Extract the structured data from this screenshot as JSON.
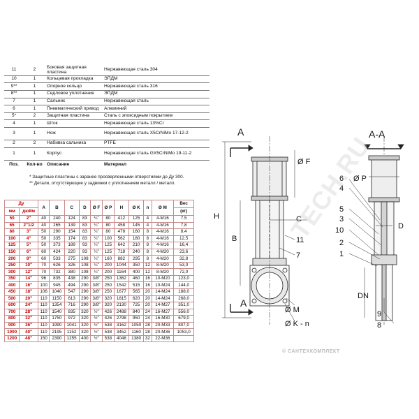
{
  "parts": {
    "rows": [
      {
        "pos": "11",
        "qty": "2",
        "desc": "Боковая защитная пластина",
        "mat": "Нержавеющая сталь 304",
        "tall": false
      },
      {
        "pos": "10",
        "qty": "1",
        "desc": "Кольцевая прокладка",
        "mat": "ЭПДМ",
        "tall": false
      },
      {
        "pos": "9**",
        "qty": "1",
        "desc": "Опорное кольцо",
        "mat": "Нержавеющая сталь 316",
        "tall": false
      },
      {
        "pos": "8**",
        "qty": "1",
        "desc": "Седловое уплотнение",
        "mat": "ЭПДМ",
        "tall": false
      },
      {
        "pos": "7",
        "qty": "1",
        "desc": "Сальник",
        "mat": "Нержавеющая сталь",
        "tall": false
      },
      {
        "pos": "6",
        "qty": "1",
        "desc": "Пневматический привод",
        "mat": "Алюминий",
        "tall": false
      },
      {
        "pos": "5*",
        "qty": "2",
        "desc": "Защитная пластина",
        "mat": "Сталь с эпоксидным покрытием",
        "tall": false
      },
      {
        "pos": "4",
        "qty": "1",
        "desc": "Шток",
        "mat": "Нержавеющая сталь 13%Cr",
        "tall": false
      },
      {
        "pos": "3",
        "qty": "1",
        "desc": "Нож",
        "mat": "Нержавеющая сталь X5CrNiMo 17-12-2",
        "tall": true
      },
      {
        "pos": "2",
        "qty": "2",
        "desc": "Набивка сальника",
        "mat": "PTFE",
        "tall": false
      },
      {
        "pos": "1",
        "qty": "1",
        "desc": "Корпус",
        "mat": "Нержавеющая сталь GX5CrNiMo 19-11-2",
        "tall": true
      }
    ],
    "header": {
      "pos": "Поз.",
      "qty": "Кол-во",
      "desc": "Описание",
      "mat": "Материал"
    }
  },
  "notes": {
    "line1": "* Защитные пластины с заранее просверленными отверстиями до Ду 300.",
    "line2": "** Детали, отсутствующие у задвижки с уплотнением металл / металл."
  },
  "dims": {
    "header": {
      "du": "Ду",
      "mm": "мм",
      "inch": "дюйм",
      "A": "A",
      "B": "B",
      "C": "C",
      "D": "D",
      "F": "Ø F",
      "P": "Ø P",
      "H": "H",
      "K": "Ø K",
      "n": "n",
      "M": "Ø M",
      "w1": "Вес",
      "w2": "(кг)"
    },
    "rows": [
      [
        "50",
        "2\"",
        "40",
        "240",
        "124",
        "83",
        "¼\"",
        "80",
        "412",
        "125",
        "4",
        "4-M16",
        "7,5"
      ],
      [
        "65",
        "2\"1/2",
        "40",
        "265",
        "139",
        "83",
        "¼\"",
        "80",
        "458",
        "145",
        "4",
        "4-M16",
        "7,8"
      ],
      [
        "80",
        "3\"",
        "50",
        "290",
        "154",
        "83",
        "¼\"",
        "80",
        "478",
        "160",
        "8",
        "4-M16",
        "8,4"
      ],
      [
        "100",
        "4\"",
        "50",
        "335",
        "174",
        "83",
        "¼\"",
        "100",
        "562",
        "180",
        "8",
        "4-M16",
        "12,5"
      ],
      [
        "125",
        "5\"",
        "50",
        "373",
        "189",
        "93",
        "¼\"",
        "125",
        "642",
        "210",
        "8",
        "4-M16",
        "16,4"
      ],
      [
        "150",
        "6\"",
        "60",
        "424",
        "220",
        "93",
        "¼\"",
        "125",
        "718",
        "240",
        "8",
        "4-M20",
        "23,6"
      ],
      [
        "200",
        "8\"",
        "60",
        "533",
        "275",
        "108",
        "¼\"",
        "160",
        "882",
        "295",
        "8",
        "4-M20",
        "32,8"
      ],
      [
        "250",
        "10\"",
        "70",
        "626",
        "326",
        "108",
        "¼\"",
        "200",
        "1044",
        "350",
        "12",
        "8-M20",
        "53,0"
      ],
      [
        "300",
        "12\"",
        "70",
        "732",
        "380",
        "108",
        "¼\"",
        "200",
        "1164",
        "400",
        "12",
        "8-M20",
        "72,0"
      ],
      [
        "350",
        "14\"",
        "96",
        "835",
        "438",
        "290",
        "3/8\"",
        "250",
        "1362",
        "460",
        "16",
        "10-M20",
        "123,0"
      ],
      [
        "400",
        "16\"",
        "100",
        "945",
        "494",
        "290",
        "3/8\"",
        "250",
        "1542",
        "515",
        "16",
        "10-M24",
        "144,0"
      ],
      [
        "450",
        "18\"",
        "106",
        "1040",
        "547",
        "290",
        "3/8\"",
        "250",
        "1677",
        "565",
        "20",
        "14-M24",
        "188,0"
      ],
      [
        "500",
        "20\"",
        "110",
        "1150",
        "613",
        "290",
        "3/8\"",
        "320",
        "1815",
        "620",
        "20",
        "14-M24",
        "268,0"
      ],
      [
        "600",
        "24\"",
        "110",
        "1354",
        "716",
        "290",
        "3/8\"",
        "320",
        "2130",
        "725",
        "20",
        "14-M27",
        "351,0"
      ],
      [
        "700",
        "28\"",
        "110",
        "1540",
        "835",
        "320",
        "½\"",
        "426",
        "2488",
        "840",
        "24",
        "16-M27",
        "556,0"
      ],
      [
        "800",
        "32\"",
        "110",
        "1750",
        "972",
        "320",
        "½\"",
        "426",
        "2798",
        "950",
        "24",
        "16-M30",
        "679,0"
      ],
      [
        "900",
        "36\"",
        "110",
        "1990",
        "1041",
        "320",
        "½\"",
        "538",
        "3162",
        "1050",
        "28",
        "20-M33",
        "807,0"
      ],
      [
        "1000",
        "40\"",
        "110",
        "2195",
        "1152",
        "320",
        "½\"",
        "538",
        "3452",
        "1160",
        "28",
        "20-M36",
        "1053,0"
      ],
      [
        "1200",
        "48\"",
        "150",
        "2390",
        "1255",
        "400",
        "½\"",
        "538",
        "4048",
        "1380",
        "32",
        "22-M36",
        ""
      ]
    ]
  },
  "drawing": {
    "section_A": "A",
    "section_AA": "A-A",
    "F": "Ø F",
    "P": "Ø P",
    "H": "H",
    "B": "B",
    "C": "C",
    "D": "D",
    "M": "Ø M",
    "Kn": "Ø K - n",
    "DN": "DN",
    "callouts": [
      "6",
      "4",
      "5",
      "3",
      "10",
      "2",
      "1",
      "9",
      "8",
      "11",
      "7"
    ]
  },
  "watermark": "TECH.RU",
  "bottommark": "© САНТЕХКОМПЛЕКТ",
  "colors": {
    "accent_red": "#c00000",
    "grid_pink": "#c98a8a"
  }
}
